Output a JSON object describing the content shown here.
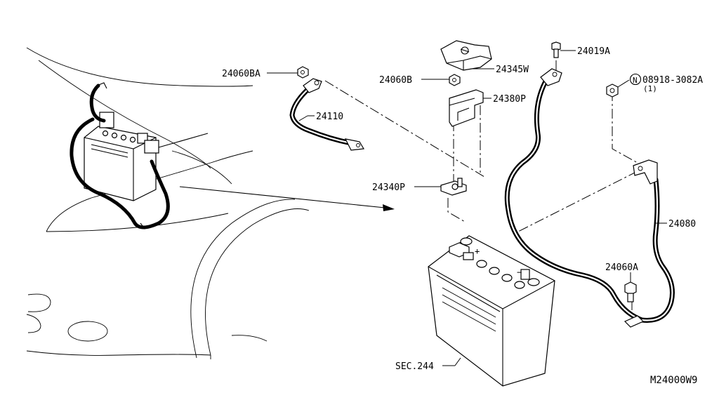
{
  "diagram_id": "M24000W9",
  "callouts": {
    "p24060BA": "24060BA",
    "p24110": "24110",
    "p24060B": "24060B",
    "p24345W": "24345W",
    "p24019A": "24019A",
    "p08918": "08918-3082A",
    "p08918_qty": "(1)",
    "p08918_marker": "N",
    "p24380P": "24380P",
    "p24340P": "24340P",
    "p24080": "24080",
    "p24060A": "24060A",
    "sec244": "SEC.244"
  },
  "battery_marks": {
    "plus": "+",
    "minus": "−"
  }
}
